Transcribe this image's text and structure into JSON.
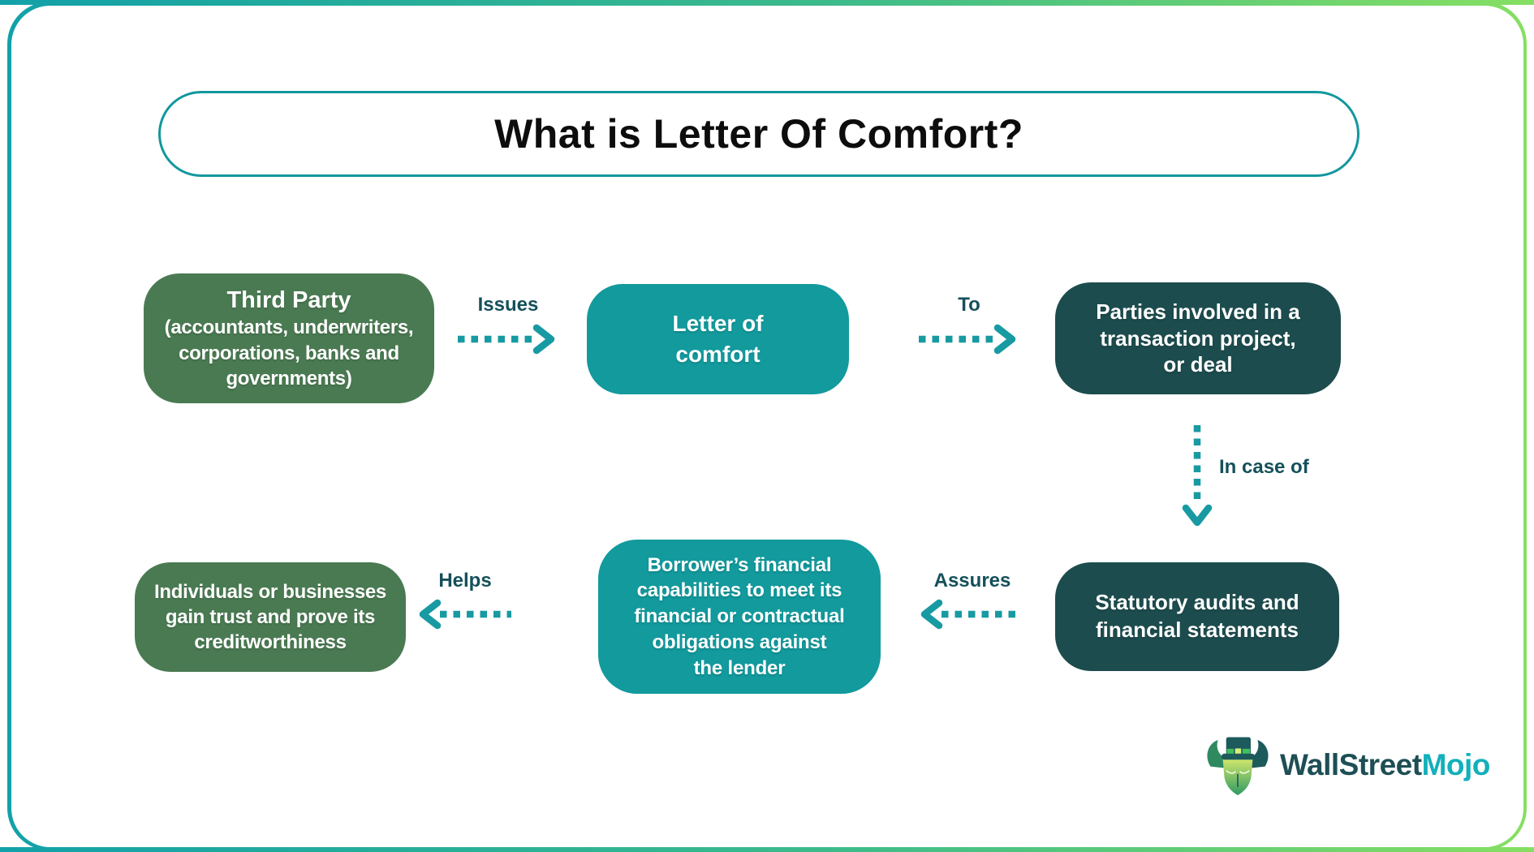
{
  "title": {
    "text": "What is Letter Of Comfort?"
  },
  "boxes": {
    "third_party": {
      "heading": "Third Party",
      "lines": [
        "(accountants, underwriters,",
        "corporations, banks and",
        "governments)"
      ]
    },
    "letter_of_comfort": {
      "lines": [
        "Letter of",
        "comfort"
      ]
    },
    "parties": {
      "lines": [
        "Parties involved in a",
        "transaction project,",
        "or deal"
      ]
    },
    "statutory": {
      "lines": [
        "Statutory audits and",
        "financial statements"
      ]
    },
    "borrower": {
      "lines": [
        "Borrower’s financial",
        "capabilities to meet its",
        "financial or contractual",
        "obligations against",
        "the lender"
      ]
    },
    "individuals": {
      "lines": [
        "Individuals or businesses",
        "gain trust and prove its",
        "creditworthiness"
      ]
    }
  },
  "arrows": {
    "issues": {
      "label": "Issues"
    },
    "to": {
      "label": "To"
    },
    "in_case_of": {
      "label": "In case of"
    },
    "assures": {
      "label": "Assures"
    },
    "helps": {
      "label": "Helps"
    }
  },
  "logo": {
    "part1": "WallStreet",
    "part2": "Mojo"
  },
  "colors": {
    "box_green": "#4a7a52",
    "box_teal": "#129a9d",
    "box_dark_teal": "#1d4c4e",
    "arrow_teal": "#189aa2",
    "label_text": "#15505a",
    "title_border": "#12979e",
    "frame_gradient_start": "#12a1a8",
    "frame_gradient_end": "#86df62",
    "logo_dark": "#1d4f55",
    "logo_teal": "#12b0bb"
  }
}
